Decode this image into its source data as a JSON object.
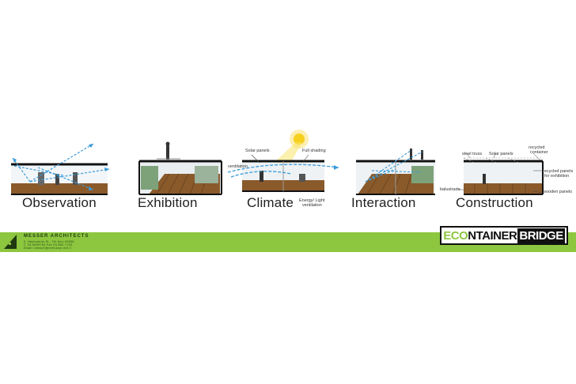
{
  "panels": [
    {
      "id": "observation",
      "caption": "Observation",
      "annotations": []
    },
    {
      "id": "exhibition",
      "caption": "Exhibition",
      "annotations": []
    },
    {
      "id": "climate",
      "caption": "Climate",
      "annotations": [
        "Solar panels",
        "Full shading",
        "ventilation",
        "Energy/ Light",
        "ventilation"
      ]
    },
    {
      "id": "interaction",
      "caption": "Interaction",
      "annotations": []
    },
    {
      "id": "construction",
      "caption": "Construction",
      "annotations": [
        "steel truss",
        "Solar panels",
        "recycled",
        "container",
        "recycled panels",
        "for exhibition",
        "balustrade",
        "wooden panels"
      ]
    }
  ],
  "footer": {
    "firm_name": "MESSER ARCHITECTS",
    "firm_lines": [
      "2. Hashoshim St., Tel Aviv 63358",
      "T. 03-5609754   Fax 03-562-7703",
      "Email: messer@netvision.net.il"
    ],
    "brand": {
      "part1": "ECO",
      "part2": "NTAINER",
      "part3": "BRIDGE"
    }
  },
  "colors": {
    "green_band": "#8dc63f",
    "arrow_blue": "#3a9ad9",
    "floor_brown": "#8a5a2b",
    "sun_yellow": "#f5d020"
  }
}
